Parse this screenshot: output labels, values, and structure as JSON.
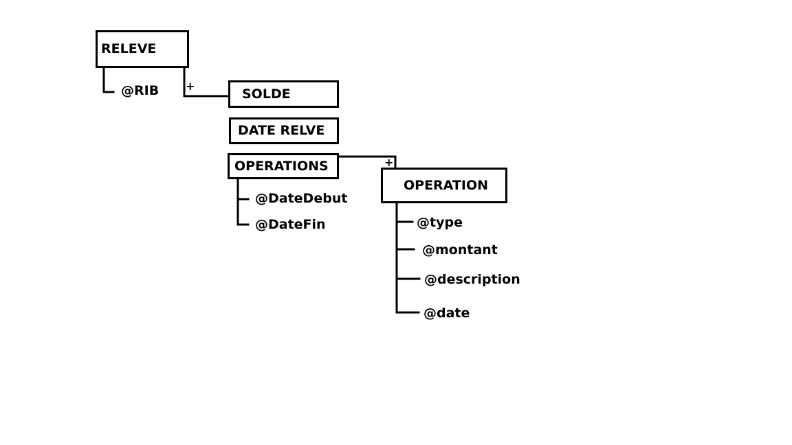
{
  "diagram": {
    "nodes": {
      "releve": "RELEVE",
      "solde": "SOLDE",
      "date_relve": "DATE RELVE",
      "operations": "OPERATIONS",
      "operation": "OPERATION"
    },
    "attributes": {
      "rib": "@RIB",
      "date_debut": "@DateDebut",
      "date_fin": "@DateFin",
      "type": "@type",
      "montant": "@montant",
      "description": "@description",
      "date": "@date"
    },
    "cardinality": {
      "releve_children": "+",
      "operations_children": "+"
    }
  }
}
